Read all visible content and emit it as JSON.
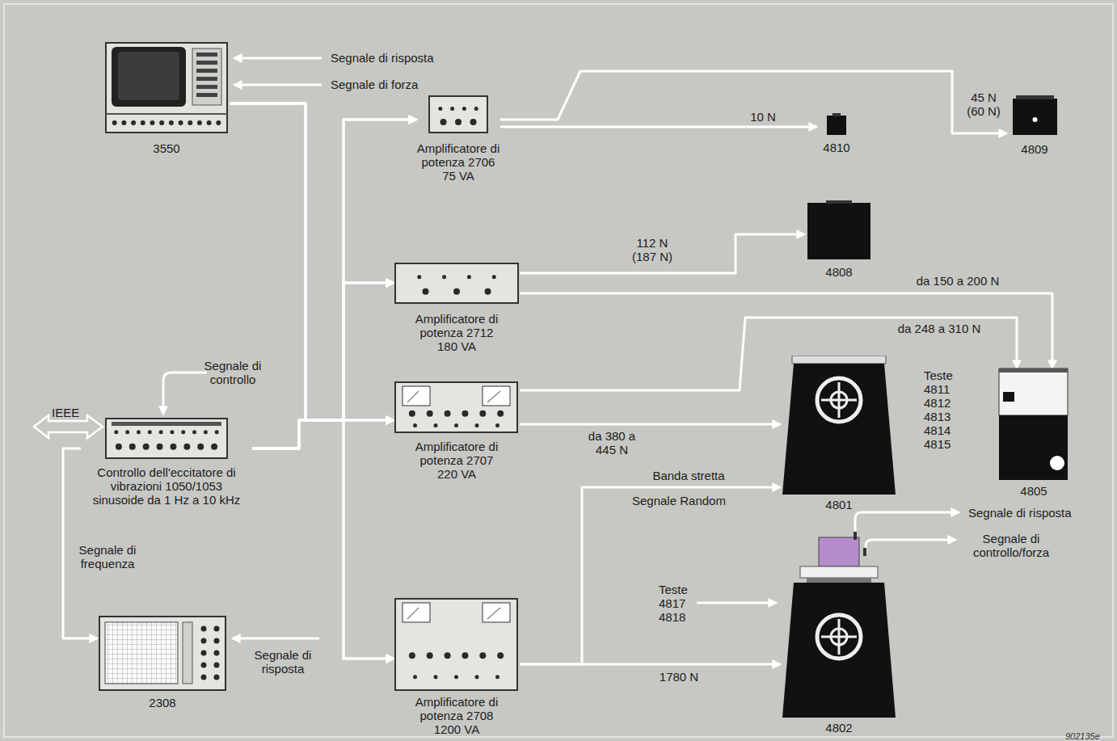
{
  "diagram": {
    "nodes": [
      {
        "text": [
          "3550"
        ]
      },
      {
        "text": [
          "Amplificatore di potenza 2706 75 VA"
        ]
      },
      {
        "text": [
          "4810"
        ]
      },
      {
        "text": [
          "4809"
        ]
      },
      {
        "text": [
          "4808"
        ]
      },
      {
        "text": [
          "Amplificatore di potenza 2712 180 VA"
        ]
      },
      {
        "text": [
          "Controllo dell'eccitatore di vibrazioni 1050/1053 sinusoide da 1 Hz a 10 kHz"
        ]
      },
      {
        "text": [
          "Amplificatore di potenza 2707 220 VA"
        ]
      },
      {
        "text": [
          "4801"
        ]
      },
      {
        "text": [
          "4805"
        ]
      },
      {
        "text": [
          "2308"
        ]
      },
      {
        "text": [
          "Amplificatore di potenza 2708 1200 VA"
        ]
      },
      {
        "text": [
          "4802"
        ]
      }
    ],
    "edges": [
      {
        "from": 0,
        "to": 1,
        "arrow": "to"
      },
      {
        "from": 0,
        "to": 5,
        "arrow": "to"
      },
      {
        "from": 0,
        "to": 7,
        "arrow": "to"
      },
      {
        "from": 0,
        "to": 11,
        "arrow": "to"
      },
      {
        "from": 6,
        "to": 1,
        "arrow": "to"
      },
      {
        "from": 6,
        "to": 5,
        "arrow": "to"
      },
      {
        "from": 6,
        "to": 7,
        "arrow": "to"
      },
      {
        "from": 6,
        "to": 11,
        "arrow": "to"
      },
      {
        "from": 1,
        "to": 2,
        "label": "10 N",
        "arrow": "to"
      },
      {
        "from": 1,
        "to": 3,
        "label": "45 N (60 N)",
        "arrow": "to"
      },
      {
        "from": 5,
        "to": 4,
        "label": "112 N (187 N)",
        "arrow": "to"
      },
      {
        "from": 5,
        "to": 9,
        "label": "da 150 a 200 N",
        "arrow": "to"
      },
      {
        "from": 7,
        "to": 9,
        "label": "da 248 a 310 N",
        "arrow": "to"
      },
      {
        "from": 7,
        "to": 8,
        "label": "da 380 a 445 N",
        "arrow": "to"
      },
      {
        "from": 11,
        "to": 8,
        "label": "Banda stretta",
        "arrow": "to"
      },
      {
        "from": 11,
        "to": 12,
        "label": "1780 N",
        "arrow": "to"
      },
      {
        "from": 6,
        "to": 10,
        "label": "Segnale di frequenza",
        "arrow": "to"
      }
    ],
    "labels": [
      "Segnale di risposta",
      "Segnale di forza",
      "Segnale di controllo",
      "IEEE",
      "Segnale di risposta",
      "Segnale Random",
      "Teste 4811 4812 4813 4814 4815",
      "Teste 4817 4818",
      "Segnale di risposta",
      "Segnale di controllo/forza",
      "902135e"
    ]
  }
}
